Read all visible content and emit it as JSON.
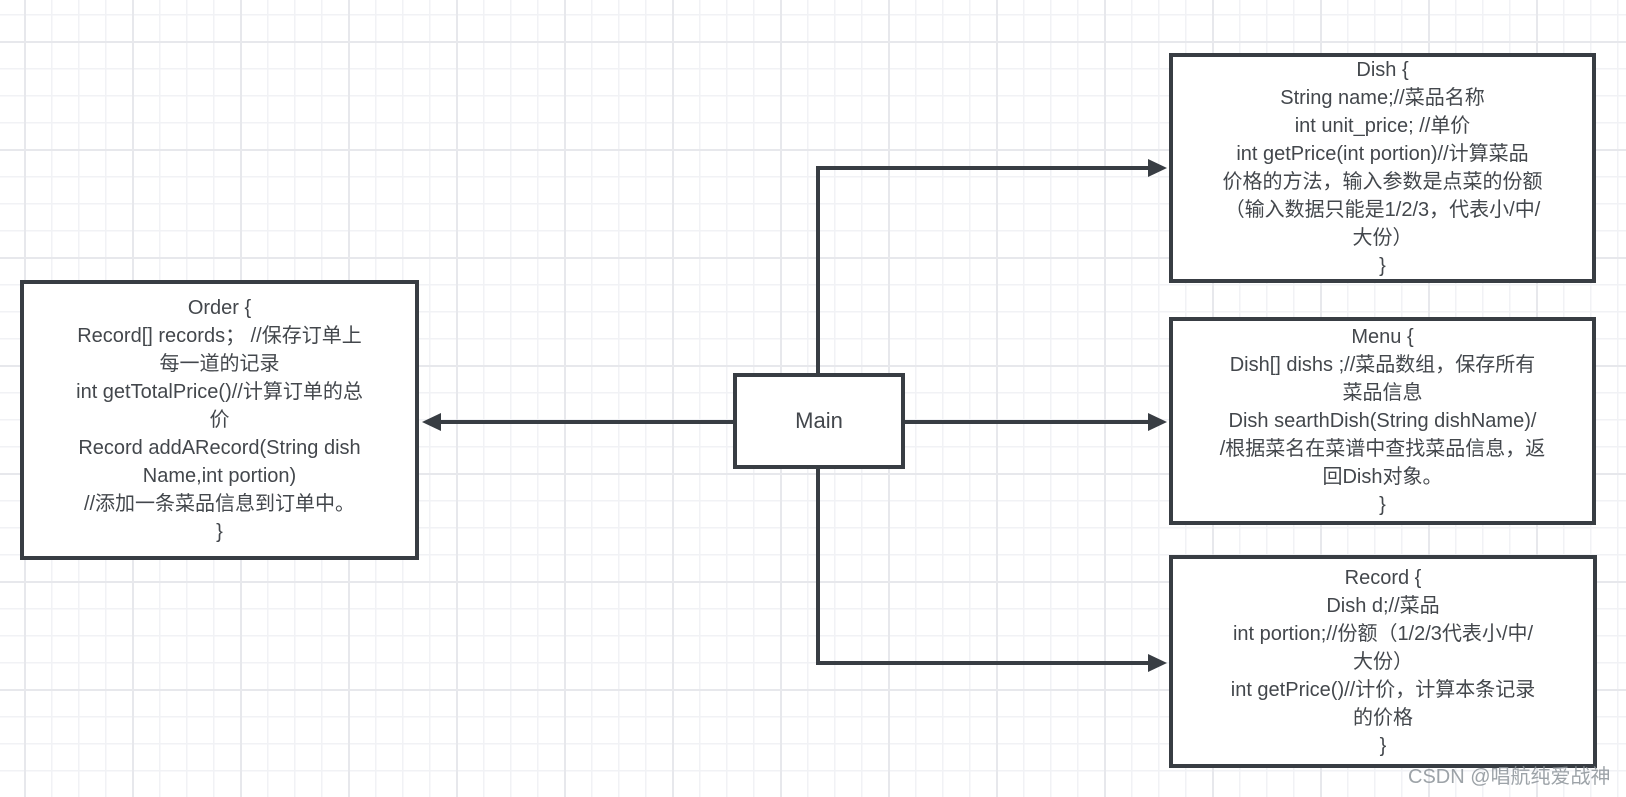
{
  "diagram": {
    "main": {
      "label": "Main"
    },
    "order": {
      "lines": [
        "Order {",
        "Record[] records； //保存订单上",
        "每一道的记录",
        "int getTotalPrice()//计算订单的总",
        "价",
        "Record addARecord(String dish",
        "Name,int portion)",
        "//添加一条菜品信息到订单中。",
        "}"
      ]
    },
    "dish": {
      "lines": [
        "Dish {",
        "String name;//菜品名称",
        "int unit_price; //单价",
        "int getPrice(int portion)//计算菜品",
        "价格的方法，输入参数是点菜的份额",
        "（输入数据只能是1/2/3，代表小/中/",
        "大份）",
        "}"
      ]
    },
    "menu": {
      "lines": [
        "Menu {",
        "Dish[] dishs ;//菜品数组，保存所有",
        "菜品信息",
        "Dish searthDish(String dishName)/",
        "/根据菜名在菜谱中查找菜品信息，返",
        "回Dish对象。",
        "}"
      ]
    },
    "record": {
      "lines": [
        "Record {",
        "Dish d;//菜品",
        "int portion;//份额（1/2/3代表小/中/",
        "大份）",
        "int getPrice()//计价，计算本条记录",
        "的价格",
        "}"
      ]
    }
  },
  "watermark": "CSDN @唱航纯爱战神",
  "colors": {
    "box_border": "#383d43",
    "connector": "#383d43",
    "text": "#43474c",
    "grid_minor": "#f1f2f5",
    "grid_major": "#e7e8ec",
    "watermark": "#8c9399"
  }
}
